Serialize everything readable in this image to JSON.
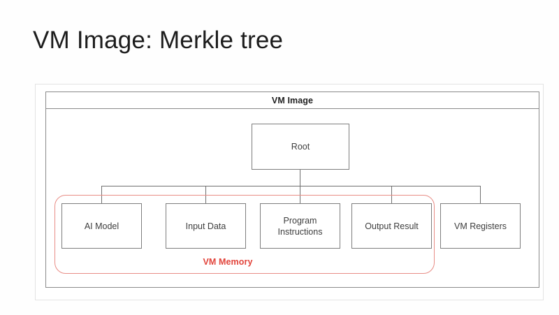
{
  "slide": {
    "title": "VM Image: Merkle tree"
  },
  "diagram": {
    "container_label": "VM Image",
    "root": {
      "label": "Root"
    },
    "leaves": [
      {
        "label": "AI Model"
      },
      {
        "label": "Input Data"
      },
      {
        "label": "Program\nInstructions"
      },
      {
        "label": "Output Result"
      },
      {
        "label": "VM Registers"
      }
    ],
    "group": {
      "label": "VM Memory",
      "color": "#e2453c",
      "border_color": "#e88d86",
      "members": [
        "AI Model",
        "Input Data",
        "Program Instructions",
        "Output Result"
      ]
    },
    "colors": {
      "node_border": "#7d7d7d",
      "container_border": "#8a8a8a",
      "connector": "#6f6f6f",
      "background": "#ffffff",
      "text": "#3d3d3d"
    }
  }
}
